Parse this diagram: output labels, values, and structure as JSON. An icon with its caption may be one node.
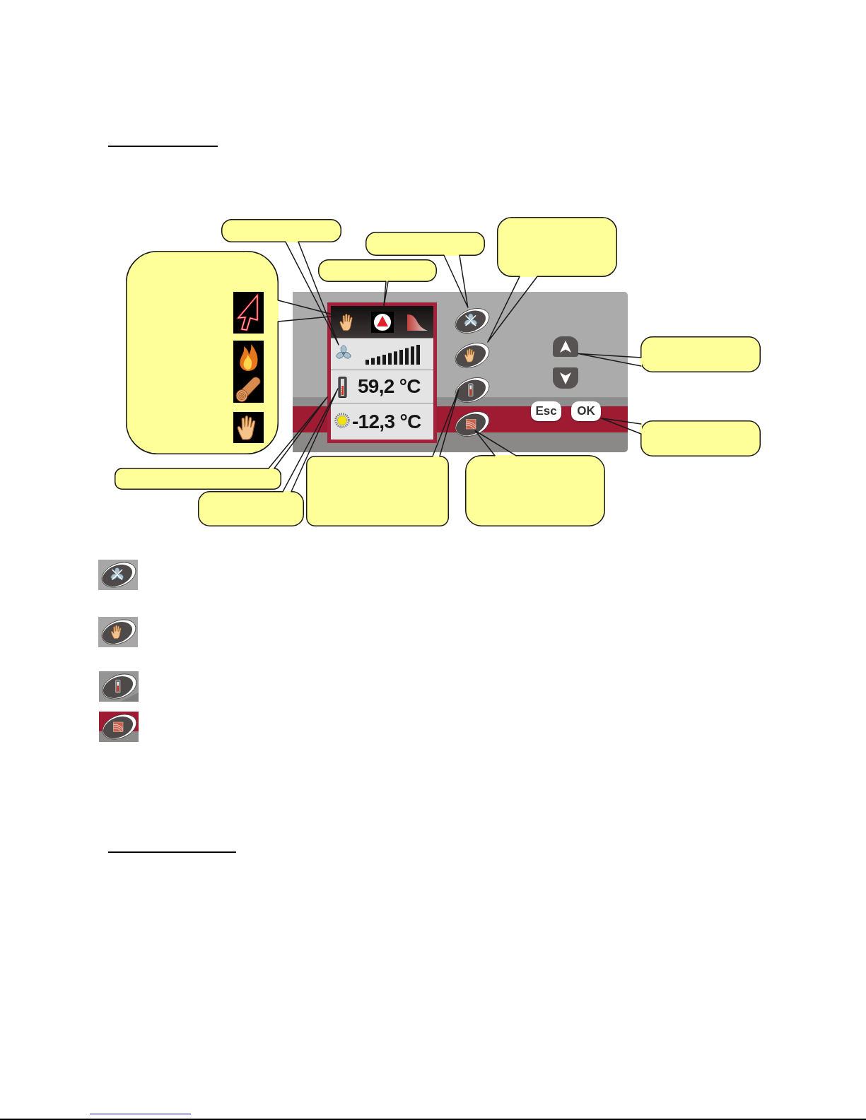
{
  "diagram": {
    "nodes": [
      {
        "text": [],
        "shape": "callout"
      },
      {
        "text": [],
        "shape": "callout"
      },
      {
        "text": [],
        "shape": "callout"
      },
      {
        "text": [],
        "shape": "callout"
      },
      {
        "text": [],
        "shape": "callout"
      },
      {
        "text": [],
        "shape": "box"
      },
      {
        "text": [],
        "shape": "box",
        "in": 5
      },
      {
        "text": [],
        "shape": "bar",
        "in": 6
      },
      {
        "text": [],
        "shape": "picture",
        "in": 7
      },
      {
        "text": [],
        "shape": "picture",
        "in": 6
      },
      {
        "text": [
          "59,2 °C"
        ],
        "in": 6
      },
      {
        "text": [],
        "shape": "picture",
        "in": 10
      },
      {
        "text": [
          "-12,3 °C"
        ],
        "in": 6
      },
      {
        "text": [],
        "shape": "ellipse",
        "in": 5
      },
      {
        "text": [],
        "shape": "ellipse",
        "in": 5
      },
      {
        "text": [],
        "shape": "ellipse",
        "in": 5
      },
      {
        "text": [],
        "shape": "ellipse",
        "in": 5
      },
      {
        "text": [],
        "shape": "box",
        "in": 5
      },
      {
        "text": [],
        "shape": "box",
        "in": 5
      },
      {
        "text": [
          "Esc"
        ],
        "in": 5
      },
      {
        "text": [
          "OK"
        ],
        "in": 5
      },
      {
        "text": [],
        "shape": "callout"
      },
      {
        "text": [],
        "shape": "callout"
      },
      {
        "text": [],
        "shape": "callout"
      },
      {
        "text": [],
        "shape": "callout"
      },
      {
        "text": [],
        "shape": "callout"
      },
      {
        "text": [],
        "shape": "callout"
      }
    ],
    "edges": [
      {
        "from": 0,
        "to": 9,
        "arrow": "none"
      },
      {
        "from": 1,
        "to": 13,
        "arrow": "none"
      },
      {
        "from": 2,
        "to": 14,
        "arrow": "none"
      },
      {
        "from": 3,
        "to": 8,
        "arrow": "none"
      },
      {
        "from": 4,
        "to": 7,
        "arrow": "none"
      },
      {
        "from": 21,
        "to": 17,
        "arrow": "none"
      },
      {
        "from": 22,
        "to": 20,
        "arrow": "none"
      },
      {
        "from": 23,
        "to": 6,
        "arrow": "none"
      },
      {
        "from": 24,
        "to": 11,
        "arrow": "none"
      },
      {
        "from": 25,
        "to": 15,
        "arrow": "none"
      },
      {
        "from": 26,
        "to": 16,
        "arrow": "none"
      }
    ]
  }
}
